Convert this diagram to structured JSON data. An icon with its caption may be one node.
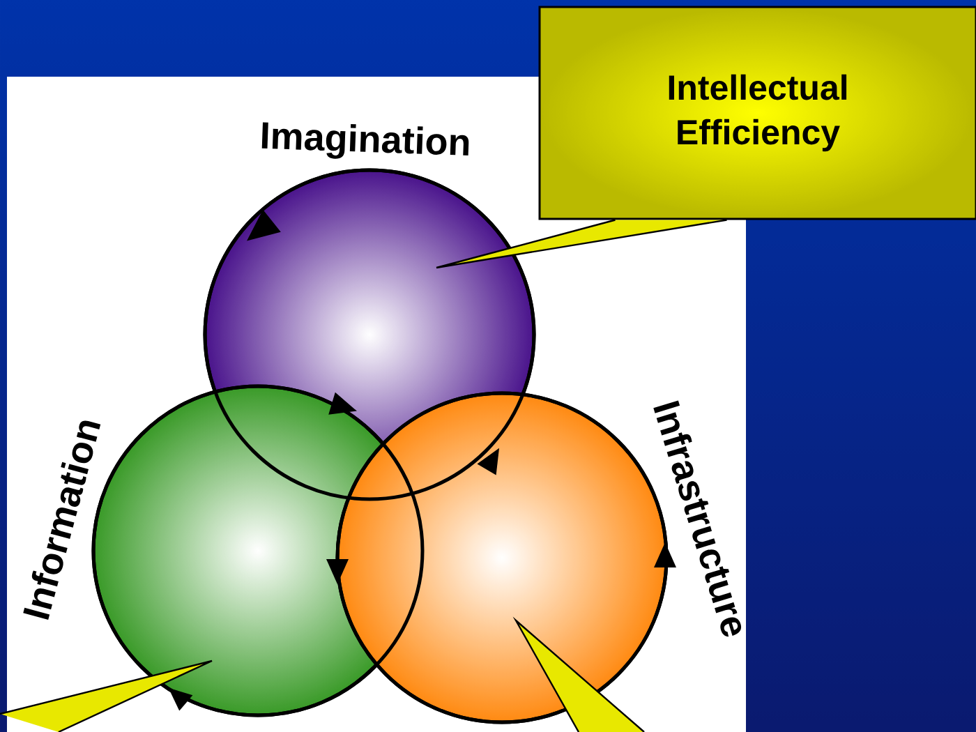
{
  "diagram": {
    "nodes": [
      {
        "text": [
          "Imagination"
        ]
      },
      {
        "text": [
          "Information"
        ]
      },
      {
        "text": [
          "Infrastructure"
        ]
      },
      {
        "text": [
          "Intellectual Efficiency"
        ]
      }
    ],
    "edges": [
      {
        "from": 3,
        "to": 0,
        "arrow": "none"
      },
      {
        "from": null,
        "to": 1,
        "arrow": "none"
      },
      {
        "from": null,
        "to": 2,
        "arrow": "none"
      }
    ]
  }
}
